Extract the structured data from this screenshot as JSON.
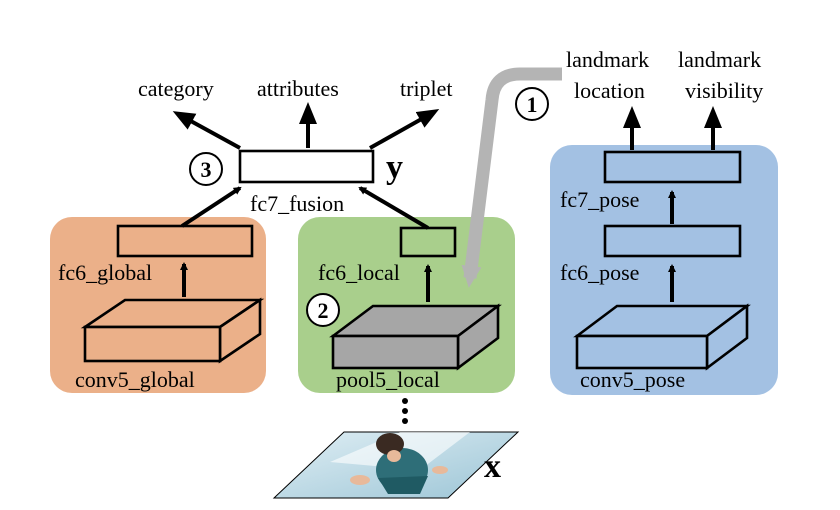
{
  "outputs": {
    "category": "category",
    "attributes": "attributes",
    "triplet": "triplet",
    "landmark_location_line1": "landmark",
    "landmark_location_line2": "location",
    "landmark_visibility_line1": "landmark",
    "landmark_visibility_line2": "visibility"
  },
  "layers": {
    "fc7_fusion": "fc7_fusion",
    "fc6_global": "fc6_global",
    "conv5_global": "conv5_global",
    "fc6_local": "fc6_local",
    "pool5_local": "pool5_local",
    "fc7_pose": "fc7_pose",
    "fc6_pose": "fc6_pose",
    "conv5_pose": "conv5_pose"
  },
  "stage_numbers": {
    "one": "1",
    "two": "2",
    "three": "3"
  },
  "variables": {
    "y": "y",
    "x": "x"
  },
  "colors": {
    "global_branch": "#ebb089",
    "local_branch": "#a9cf8c",
    "pose_branch": "#a3c1e3",
    "pose_box_fill": "#a3c1e3",
    "pool5_fill": "#a6a6a6",
    "flow_arrow": "#b4b4b4"
  },
  "icons": {
    "input_image": "fashion-photo-icon",
    "ellipsis": "vertical-dots-icon"
  }
}
